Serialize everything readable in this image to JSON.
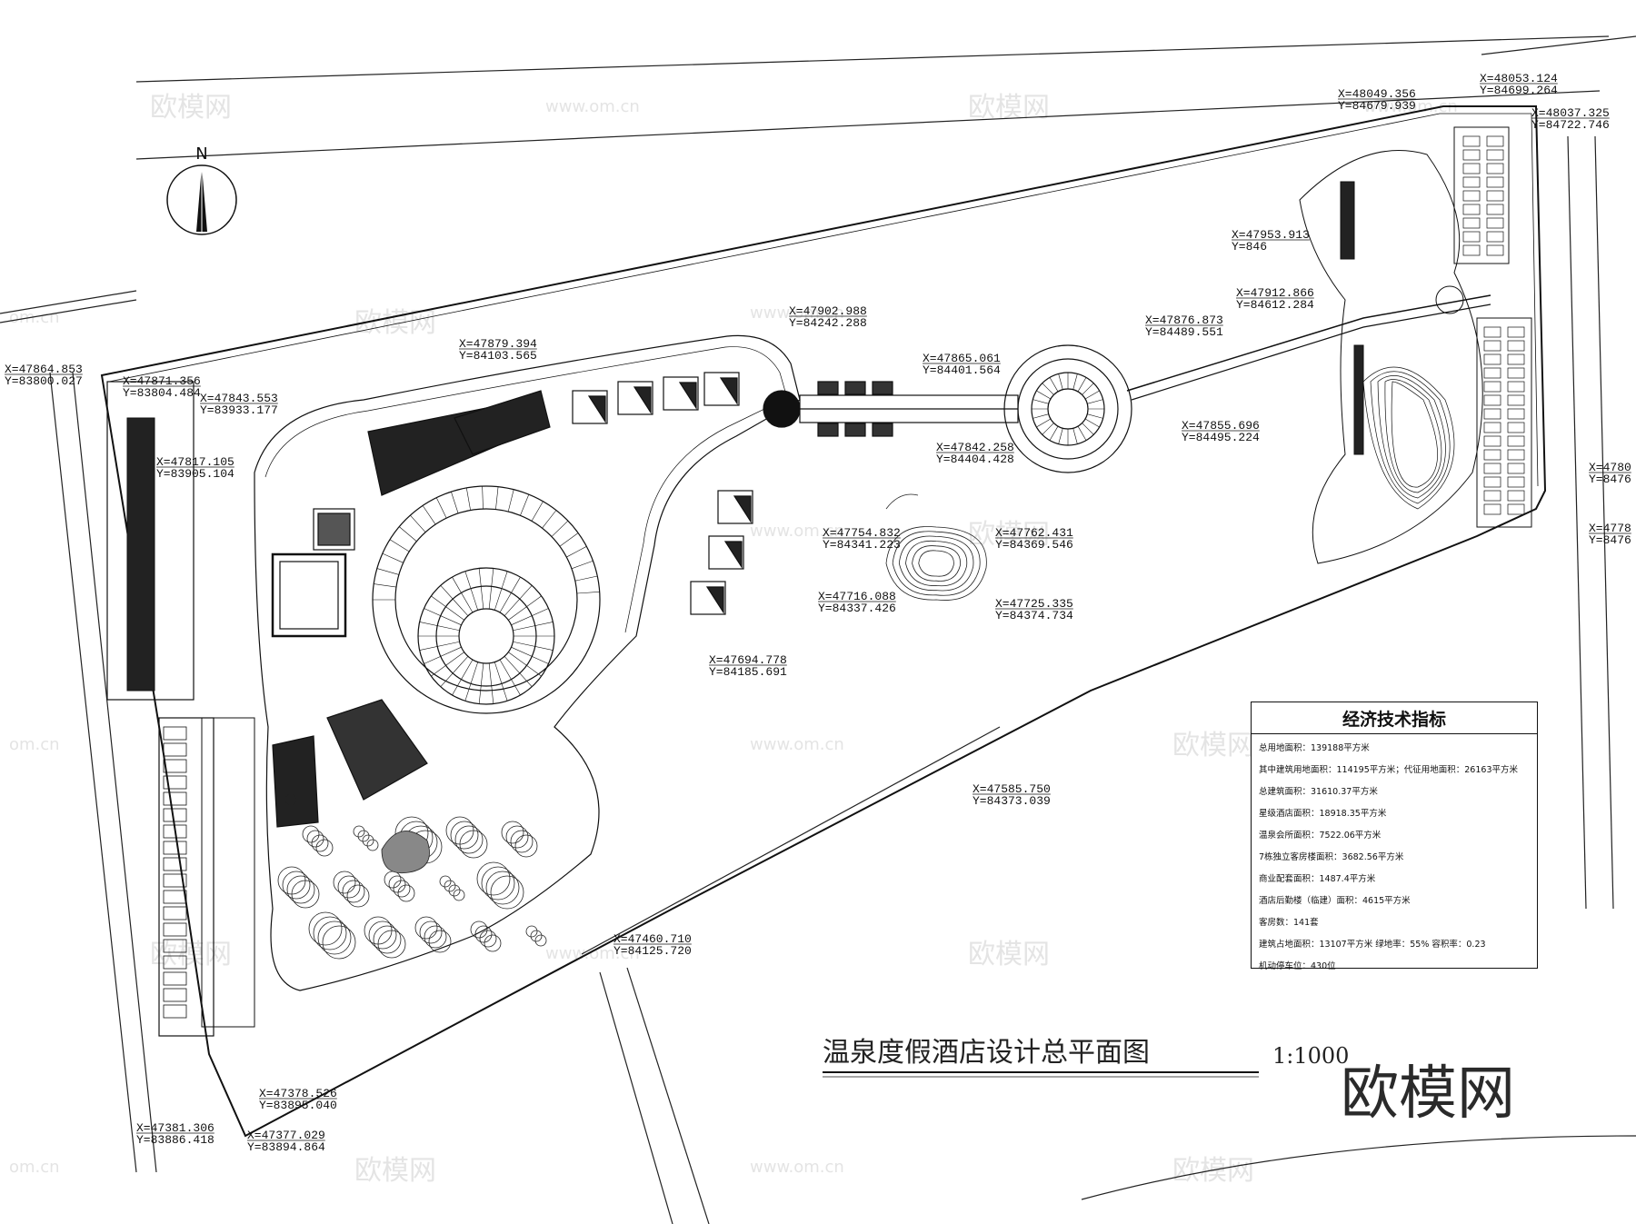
{
  "watermark": {
    "brand": "欧模网",
    "url": "www.om.cn",
    "url_cut": "om.cn",
    "brand_cut": "欧模网"
  },
  "north": {
    "label": "N"
  },
  "title": {
    "text": "温泉度假酒店设计总平面图",
    "scale": "1:1000"
  },
  "brand_logo": "欧模网",
  "coords": [
    {
      "id": "c01",
      "x": "X=47864.853",
      "y": "Y=83800.027"
    },
    {
      "id": "c02",
      "x": "X=47871.356",
      "y": "Y=83804.484"
    },
    {
      "id": "c03",
      "x": "X=47843.553",
      "y": "Y=83933.177"
    },
    {
      "id": "c04",
      "x": "X=47817.105",
      "y": "Y=83905.104"
    },
    {
      "id": "c05",
      "x": "X=47879.394",
      "y": "Y=84103.565"
    },
    {
      "id": "c06",
      "x": "X=47902.988",
      "y": "Y=84242.288"
    },
    {
      "id": "c07",
      "x": "X=47865.061",
      "y": "Y=84401.564"
    },
    {
      "id": "c08",
      "x": "X=47842.258",
      "y": "Y=84404.428"
    },
    {
      "id": "c09",
      "x": "X=47876.873",
      "y": "Y=84489.551"
    },
    {
      "id": "c10",
      "x": "X=47855.696",
      "y": "Y=84495.224"
    },
    {
      "id": "c11",
      "x": "X=47912.866",
      "y": "Y=84612.284"
    },
    {
      "id": "c12",
      "x": "X=47953.913",
      "y": "Y=846"
    },
    {
      "id": "c13",
      "x": "X=48049.356",
      "y": "Y=84679.939"
    },
    {
      "id": "c14",
      "x": "X=48053.124",
      "y": "Y=84699.264"
    },
    {
      "id": "c15",
      "x": "X=48037.325",
      "y": "Y=84722.746"
    },
    {
      "id": "c16",
      "x": "X=47754.832",
      "y": "Y=84341.223"
    },
    {
      "id": "c17",
      "x": "X=47762.431",
      "y": "Y=84369.546"
    },
    {
      "id": "c18",
      "x": "X=47716.088",
      "y": "Y=84337.426"
    },
    {
      "id": "c19",
      "x": "X=47725.335",
      "y": "Y=84374.734"
    },
    {
      "id": "c20",
      "x": "X=47694.778",
      "y": "Y=84185.691"
    },
    {
      "id": "c21",
      "x": "X=47585.750",
      "y": "Y=84373.039"
    },
    {
      "id": "c22",
      "x": "X=47460.710",
      "y": "Y=84125.720"
    },
    {
      "id": "c23",
      "x": "X=47378.526",
      "y": "Y=83895.040"
    },
    {
      "id": "c24",
      "x": "X=47381.306",
      "y": "Y=83886.418"
    },
    {
      "id": "c25",
      "x": "X=47377.029",
      "y": "Y=83894.864"
    },
    {
      "id": "c26",
      "x": "X=4780",
      "y": "Y=8476"
    },
    {
      "id": "c27",
      "x": "X=4778",
      "y": "Y=8476"
    }
  ],
  "spec_table": {
    "title": "经济技术指标",
    "rows": [
      "总用地面积：139188平方米",
      "其中建筑用地面积：114195平方米；代征用地面积：26163平方米",
      "总建筑面积：31610.37平方米",
      "星级酒店面积：18918.35平方米",
      "温泉会所面积：7522.06平方米",
      "7栋独立客房楼面积：3682.56平方米",
      "商业配套面积：1487.4平方米",
      "酒店后勤楼（临建）面积：4615平方米",
      "客房数：141套",
      "建筑占地面积：13107平方米  绿地率：55%    容积率：0.23",
      "机动停车位：430位"
    ]
  }
}
